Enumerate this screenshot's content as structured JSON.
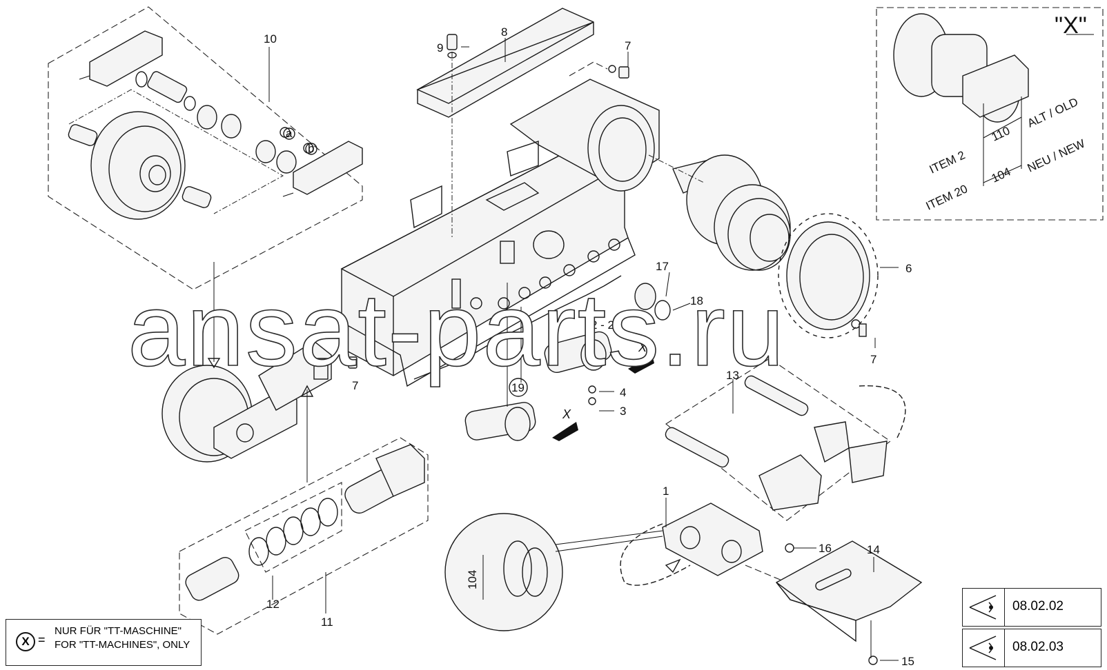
{
  "watermark": "ansat-parts.ru",
  "callout": {
    "title": "\"X\"",
    "item2_label": "ITEM 2",
    "item20_label": "ITEM 20",
    "dim_old": "110",
    "dim_new": "104",
    "old_label": "ALT / OLD",
    "new_label": "NEU / NEW"
  },
  "detail_dim": "104",
  "part_labels": {
    "p1": "1",
    "p2_20": "2 - 20",
    "p3": "3",
    "p4": "4",
    "p6": "6",
    "p7a": "7",
    "p7b": "7",
    "p7c": "7",
    "p8": "8",
    "p9": "9",
    "p10": "10",
    "p11": "11",
    "p12": "12",
    "p13": "13",
    "p14": "14",
    "p15": "15",
    "p16": "16",
    "p17": "17",
    "p18": "18",
    "p19": "19"
  },
  "small_markers": {
    "a": "a",
    "b": "b"
  },
  "x_markers": {
    "m1": "X",
    "m2": "X"
  },
  "note": {
    "symbol": "X",
    "equals": "=",
    "line1": "NUR FÜR \"TT-MASCHINE\"",
    "line2": "FOR \"TT-MACHINES\", ONLY"
  },
  "references": [
    {
      "code": "08.02.02"
    },
    {
      "code": "08.02.03"
    }
  ]
}
